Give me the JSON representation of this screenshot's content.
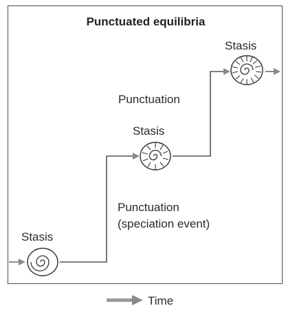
{
  "diagram": {
    "title": "Punctuated equilibria",
    "stasis_labels": [
      "Stasis",
      "Stasis",
      "Stasis"
    ],
    "punctuation_upper": "Punctuation",
    "punctuation_lower_line1": "Punctuation",
    "punctuation_lower_line2": "(speciation event)"
  },
  "legend": {
    "time_label": "Time"
  },
  "colors": {
    "line": "#555555",
    "arrow": "#8a8a8a",
    "frame": "#4a4a4a",
    "text": "#222222"
  },
  "icons": [
    "ammonite-shell-icon",
    "ammonite-shell-icon",
    "ammonite-shell-icon",
    "arrow-right-icon"
  ]
}
